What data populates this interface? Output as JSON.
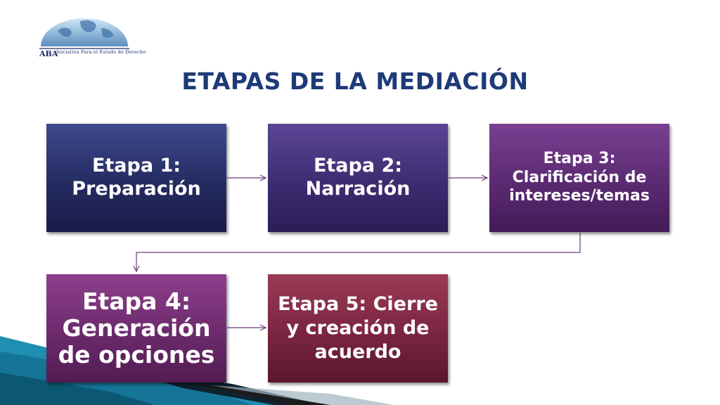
{
  "logo": {
    "caption": "Iniciativa Para el Estado de Derecho",
    "mark": "ABA"
  },
  "title": "ETAPAS DE LA MEDIACIÓN",
  "stages": [
    {
      "label": "Etapa 1: Preparación"
    },
    {
      "label": "Etapa 2: Narración"
    },
    {
      "label": "Etapa 3: Clarificación de intereses/temas"
    },
    {
      "label": "Etapa 4: Generación de opciones"
    },
    {
      "label": "Etapa 5: Cierre y creación de acuerdo"
    }
  ],
  "colors": {
    "title": "#1e3a78",
    "connector": "#6a3d7a",
    "stage1": "#252b61",
    "stage2": "#3e2c71",
    "stage3": "#5b2a72",
    "stage4": "#6c2a6c",
    "stage5": "#7a2540"
  }
}
